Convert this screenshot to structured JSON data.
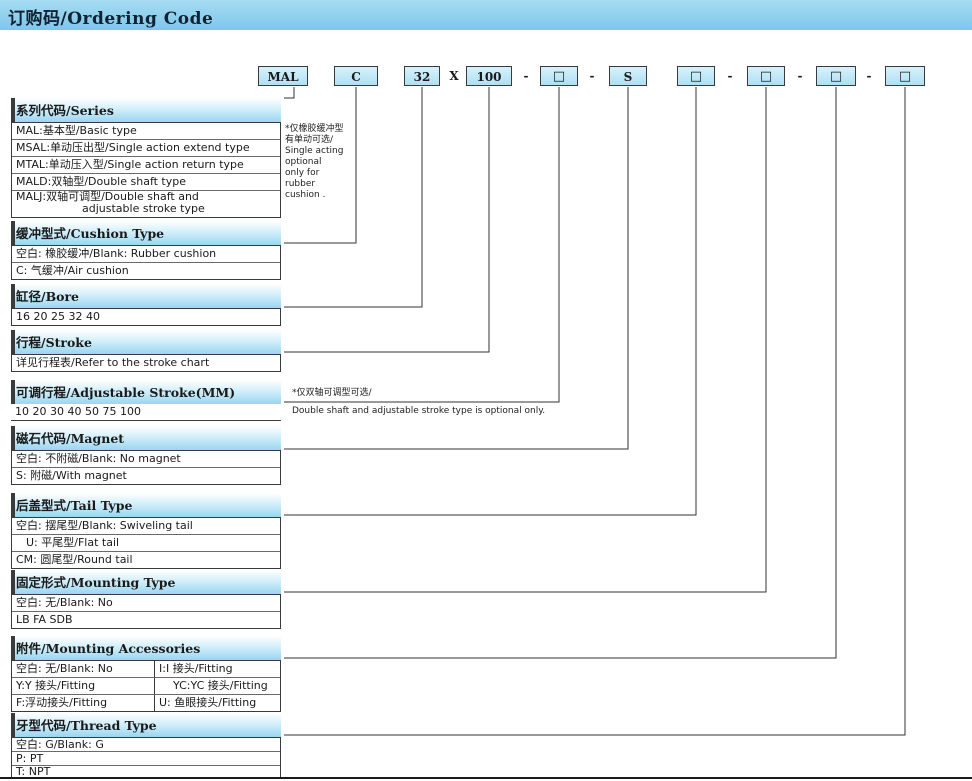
{
  "title": "订购码/Ordering Code",
  "codes": {
    "series": "MAL",
    "cushion": "C",
    "bore": "32",
    "x_sep": "X",
    "stroke": "100",
    "dash": "-",
    "adjustable": "□",
    "magnet": "S",
    "tail": "□",
    "mounting": "□",
    "accessories": "□",
    "thread": "□"
  },
  "sections": {
    "series": {
      "header": "系列代码/Series",
      "rows": [
        "MAL:基本型/Basic type",
        "MSAL:单动压出型/Single action extend type",
        "MTAL:单动压入型/Single action return type",
        "MALD:双轴型/Double shaft type",
        "MALJ:双轴可调型/Double shaft and",
        "adjustable stroke type"
      ],
      "note": [
        "*仅橡胶缓冲型",
        "有单动可选/",
        "Single acting",
        "optional",
        "only for",
        "rubber",
        "cushion ."
      ]
    },
    "cushion": {
      "header": "缓冲型式/Cushion Type",
      "rows": [
        "空白: 橡胶缓冲/Blank: Rubber cushion",
        "C: 气缓冲/Air cushion"
      ]
    },
    "bore": {
      "header": "缸径/Bore",
      "rows": [
        "16 20 25 32 40"
      ]
    },
    "stroke": {
      "header": "行程/Stroke",
      "rows": [
        "详见行程表/Refer to the stroke chart"
      ]
    },
    "adjustable": {
      "header": "可调行程/Adjustable Stroke(MM)",
      "rows": [
        "10 20 30 40 50 75 100"
      ],
      "note": [
        "*仅双轴可调型可选/",
        "Double shaft and adjustable stroke type is optional only."
      ]
    },
    "magnet": {
      "header": "磁石代码/Magnet",
      "rows": [
        "空白: 不附磁/Blank: No magnet",
        "S: 附磁/With magnet"
      ]
    },
    "tail": {
      "header": "后盖型式/Tail Type",
      "rows": [
        "空白: 摆尾型/Blank: Swiveling tail",
        "U: 平尾型/Flat tail",
        "CM: 圆尾型/Round tail"
      ]
    },
    "mounting": {
      "header": "固定形式/Mounting Type",
      "rows": [
        "空白: 无/Blank: No",
        "LB FA SDB"
      ]
    },
    "accessories": {
      "header": "附件/Mounting Accessories",
      "rows": [
        [
          "空白: 无/Blank: No",
          "I:I 接头/Fitting"
        ],
        [
          "Y:Y 接头/Fitting",
          "YC:YC 接头/Fitting"
        ],
        [
          "F:浮动接头/Fitting",
          "U: 鱼眼接头/Fitting"
        ]
      ]
    },
    "thread": {
      "header": "牙型代码/Thread Type",
      "rows": [
        "空白: G/Blank: G",
        "P: PT",
        "T: NPT"
      ]
    }
  }
}
